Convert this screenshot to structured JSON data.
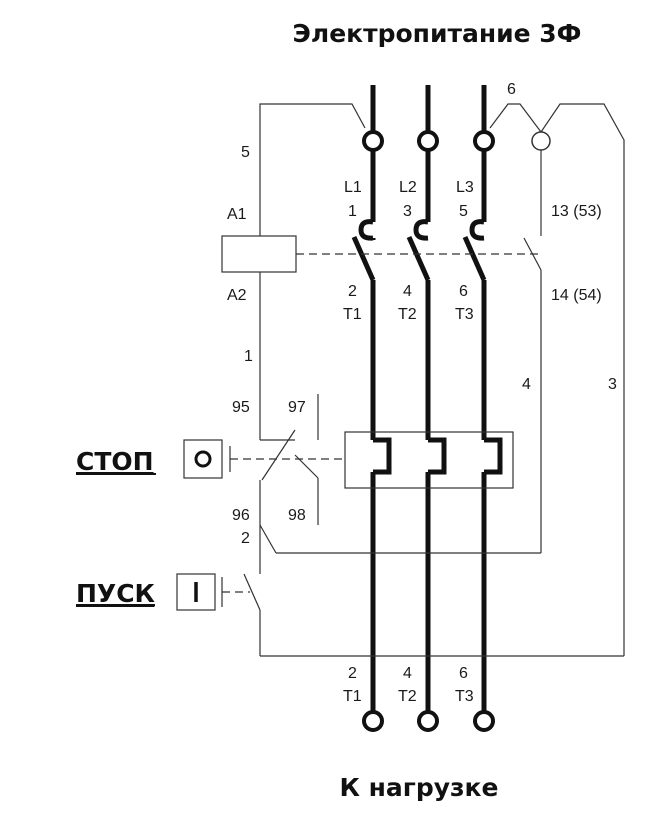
{
  "title": "Электропитание 3Ф",
  "footer": "К нагрузке",
  "buttons": {
    "stop": {
      "label": "СТОП",
      "symbol": "o"
    },
    "start": {
      "label": "ПУСК",
      "symbol": "I"
    }
  },
  "wire_numbers": {
    "w1": "1",
    "w2": "2",
    "w3": "3",
    "w4": "4",
    "w5": "5",
    "w6": "6"
  },
  "coil": {
    "a1": "A1",
    "a2": "A2"
  },
  "lines": [
    "L1",
    "L2",
    "L3"
  ],
  "top_terminals": [
    "1",
    "3",
    "5"
  ],
  "mid_terminals": {
    "numbers": [
      "2",
      "4",
      "6"
    ],
    "names": [
      "T1",
      "T2",
      "T3"
    ]
  },
  "aux_contact": {
    "top": "13 (53)",
    "bottom": "14 (54)"
  },
  "overload_relay": {
    "c95": "95",
    "c96": "96",
    "c97": "97",
    "c98": "98"
  },
  "bottom_terminals": {
    "numbers": [
      "2",
      "4",
      "6"
    ],
    "names": [
      "T1",
      "T2",
      "T3"
    ]
  }
}
